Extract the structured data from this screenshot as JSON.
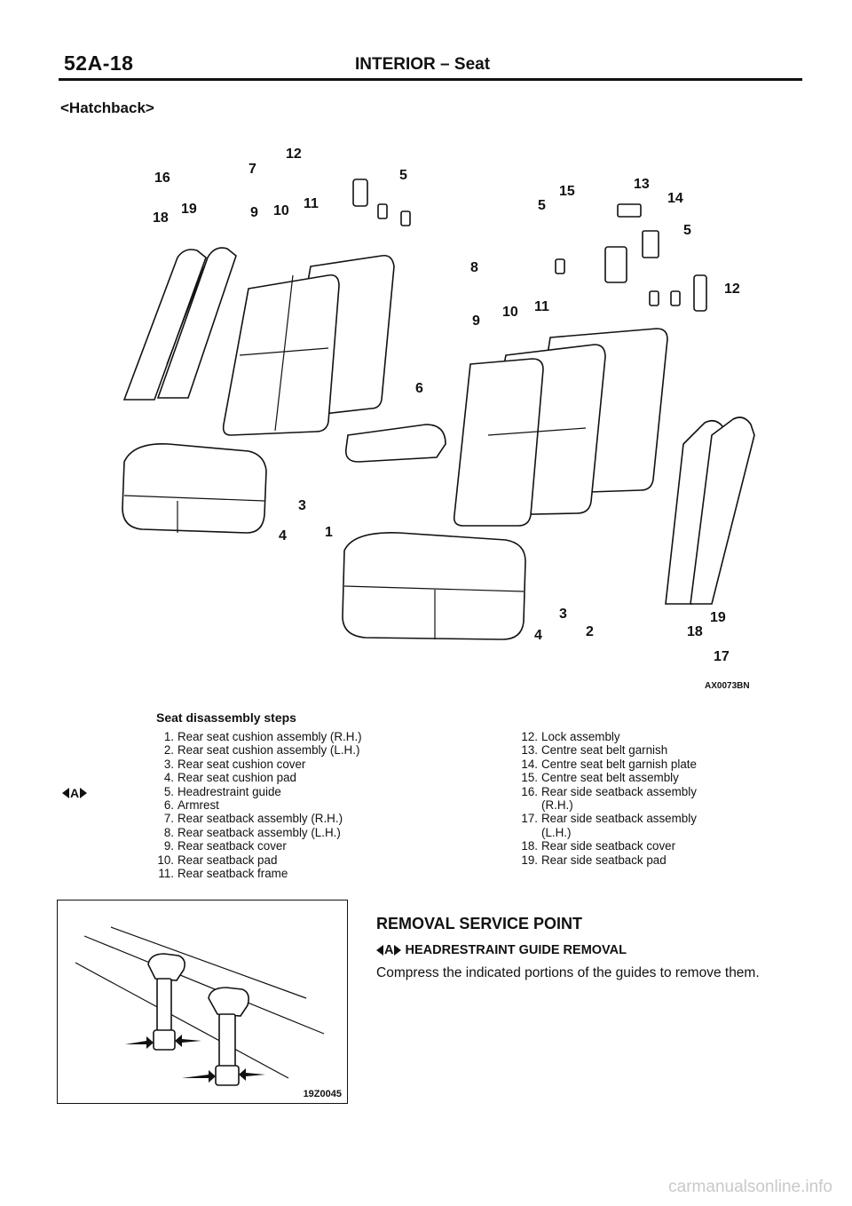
{
  "header": {
    "section_code": "52A-18",
    "title": "INTERIOR  –  Seat"
  },
  "variant_label": "<Hatchback>",
  "diagram": {
    "reference_code": "AX0073BN",
    "callouts": [
      "1",
      "2",
      "3",
      "3",
      "4",
      "4",
      "5",
      "5",
      "5",
      "6",
      "7",
      "8",
      "9",
      "9",
      "10",
      "10",
      "11",
      "11",
      "12",
      "12",
      "13",
      "14",
      "15",
      "16",
      "17",
      "18",
      "18",
      "19",
      "19"
    ]
  },
  "steps": {
    "title": "Seat disassembly steps",
    "service_mark": "A",
    "left": [
      {
        "num": "1.",
        "text": "Rear seat cushion assembly (R.H.)"
      },
      {
        "num": "2.",
        "text": "Rear seat cushion assembly (L.H.)"
      },
      {
        "num": "3.",
        "text": "Rear seat cushion cover"
      },
      {
        "num": "4.",
        "text": "Rear seat cushion pad"
      },
      {
        "num": "5.",
        "text": "Headrestraint guide"
      },
      {
        "num": "6.",
        "text": "Armrest"
      },
      {
        "num": "7.",
        "text": "Rear seatback assembly (R.H.)"
      },
      {
        "num": "8.",
        "text": "Rear seatback assembly (L.H.)"
      },
      {
        "num": "9.",
        "text": "Rear seatback cover"
      },
      {
        "num": "10.",
        "text": "Rear seatback pad"
      },
      {
        "num": "11.",
        "text": "Rear seatback frame"
      }
    ],
    "right": [
      {
        "num": "12.",
        "text": "Lock assembly"
      },
      {
        "num": "13.",
        "text": "Centre seat belt garnish"
      },
      {
        "num": "14.",
        "text": "Centre seat belt garnish plate"
      },
      {
        "num": "15.",
        "text": "Centre seat belt assembly"
      },
      {
        "num": "16.",
        "text": "Rear side seatback assembly",
        "cont": "(R.H.)"
      },
      {
        "num": "17.",
        "text": "Rear side seatback assembly",
        "cont": "(L.H.)"
      },
      {
        "num": "18.",
        "text": "Rear side seatback cover"
      },
      {
        "num": "19.",
        "text": "Rear side seatback pad"
      }
    ]
  },
  "inset": {
    "reference_code": "19Z0045"
  },
  "removal": {
    "title": "REMOVAL SERVICE POINT",
    "mark": "A",
    "subtitle": "HEADRESTRAINT GUIDE REMOVAL",
    "body": "Compress the indicated portions of the guides to remove them."
  },
  "watermark": "carmanualsonline.info"
}
